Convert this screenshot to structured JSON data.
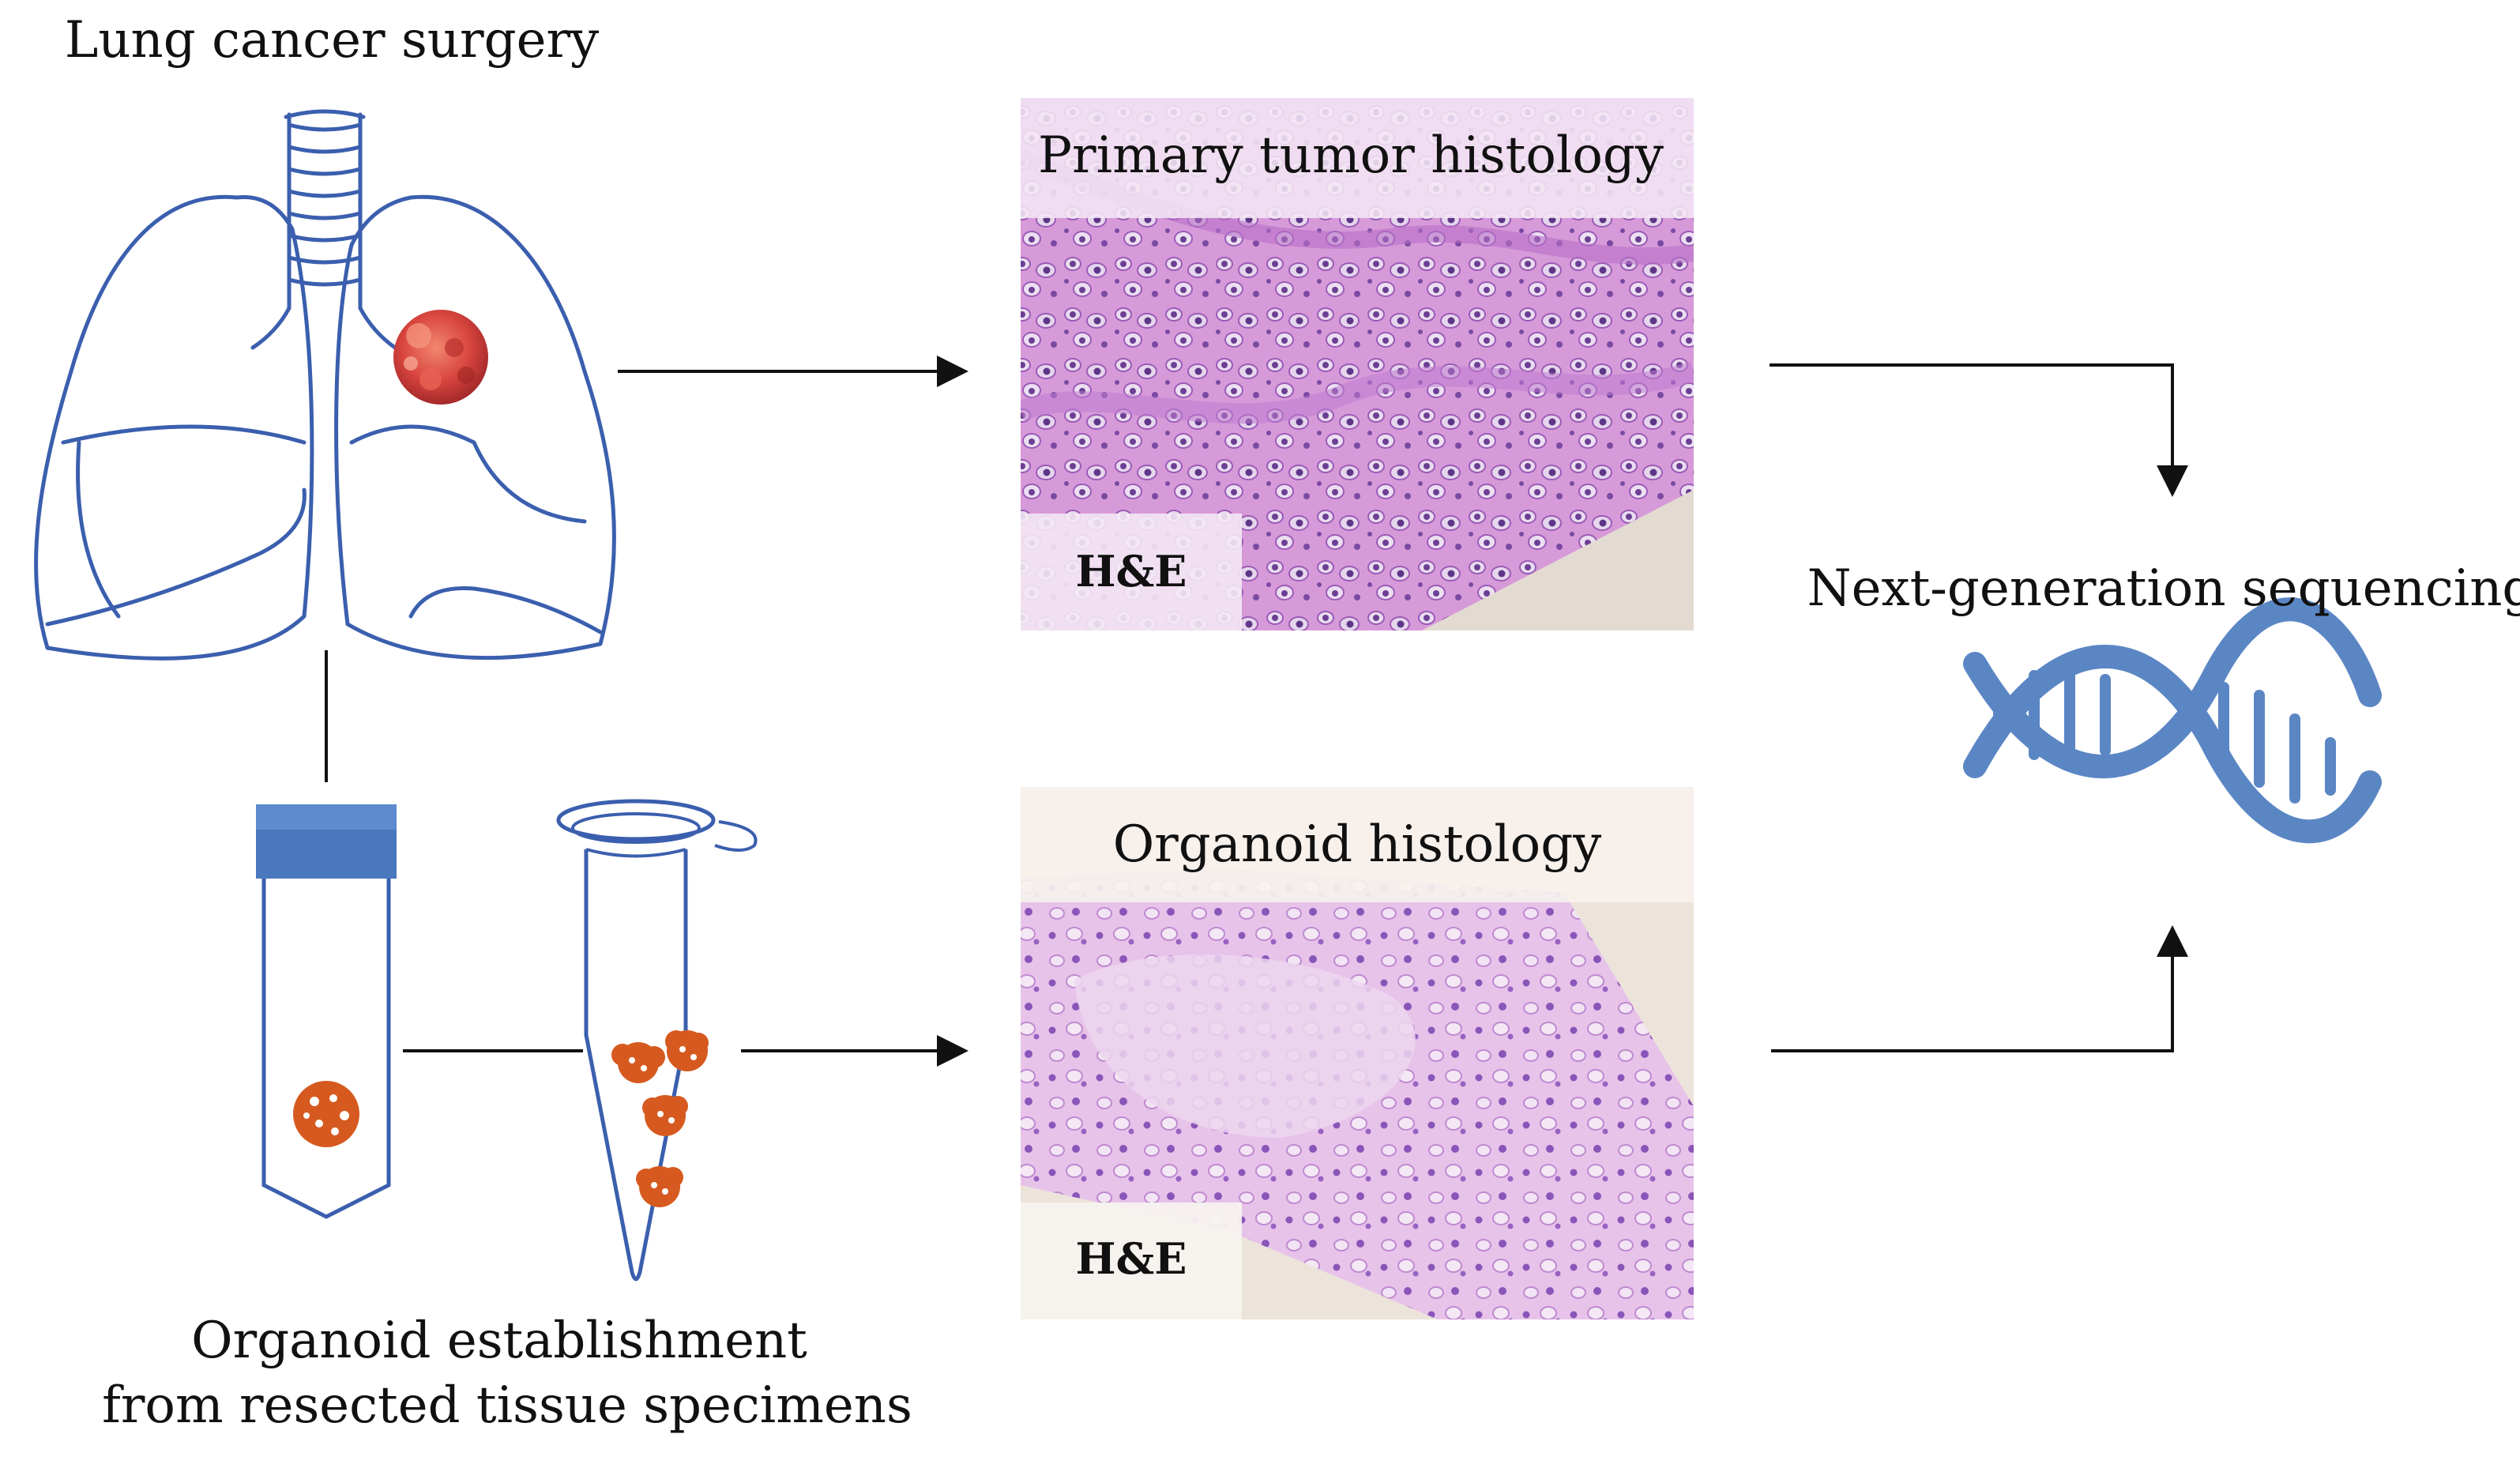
{
  "labels": {
    "surgery": "Lung cancer surgery",
    "primary_histology": "Primary tumor histology",
    "organoid_histology": "Organoid histology",
    "stain_primary": "H&E",
    "stain_organoid": "H&E",
    "ngs": "Next-generation sequencing",
    "establishment_line1": "Organoid establishment",
    "establishment_line2": "from resected tissue specimens"
  },
  "icons": {
    "lungs": "lungs-icon",
    "tumor": "tumor-icon",
    "conical_tube": "conical-tube-icon",
    "microtube": "microcentrifuge-tube-icon",
    "dna": "dna-helix-icon"
  },
  "colors": {
    "line_art": "#3b5fae",
    "tumor": "#d8453f",
    "organoid": "#d65a1f",
    "tube_cap": "#4a78bf",
    "dna": "#5b86c4",
    "he_stain": "#c78ad2"
  }
}
